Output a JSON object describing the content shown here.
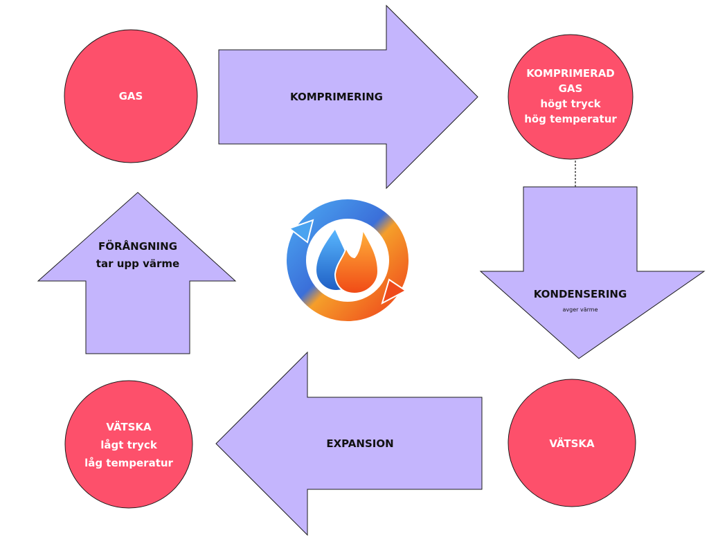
{
  "colors": {
    "node": "#fd506b",
    "arrow": "#c4b5fd",
    "outline": "#1a1a1a"
  },
  "nodes": {
    "gas": {
      "lines": [
        "GAS"
      ]
    },
    "compressed_gas": {
      "lines": [
        "KOMPRIMERAD",
        "GAS",
        "högt tryck",
        "hög temperatur"
      ]
    },
    "liquid_right": {
      "lines": [
        "VÄTSKA"
      ]
    },
    "liquid_left": {
      "lines": [
        "VÄTSKA",
        "lågt tryck",
        "låg temperatur"
      ]
    }
  },
  "arrows": {
    "compression": {
      "label": "KOMPRIMERING"
    },
    "condensation": {
      "label": "KONDENSERING",
      "sub": "avger värme"
    },
    "expansion": {
      "label": "EXPANSION"
    },
    "evaporation": {
      "label": "FÖRÅNGNING",
      "sub": "tar upp värme"
    }
  },
  "logo": {
    "icon": "heat-pump-cycle-logo"
  }
}
